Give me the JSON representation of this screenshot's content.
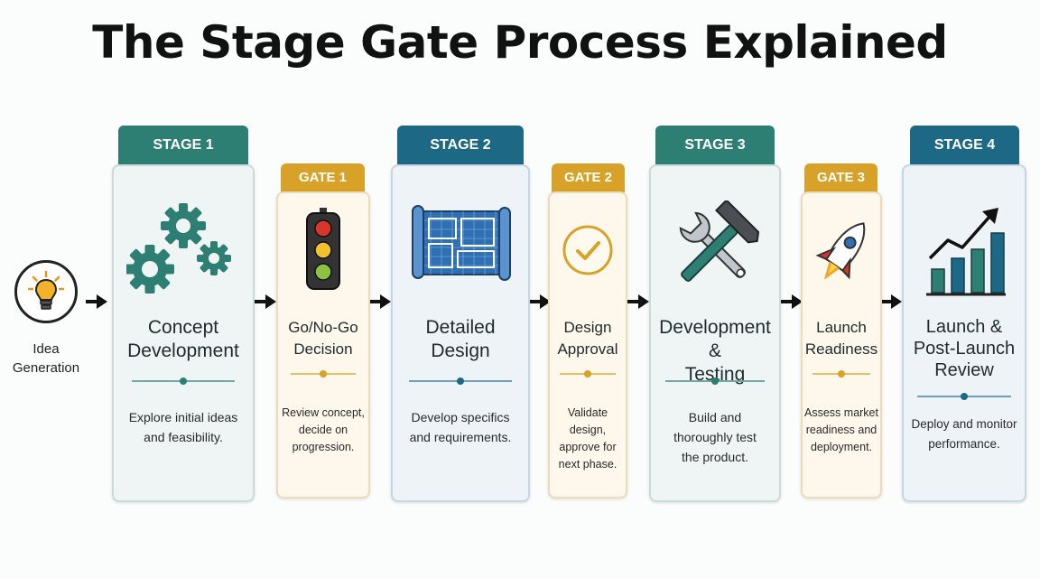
{
  "title": "The Stage Gate Process Explained",
  "start": {
    "label_line1": "Idea",
    "label_line2": "Generation",
    "icon": "lightbulb-icon"
  },
  "steps": [
    {
      "kind": "stage",
      "tab": "STAGE 1",
      "heading_lines": [
        "Concept",
        "Development"
      ],
      "desc_lines": [
        "Explore initial ideas",
        "and feasibility."
      ],
      "icon": "gears-icon",
      "color": "#2e7f73"
    },
    {
      "kind": "gate",
      "tab": "GATE 1",
      "heading_lines": [
        "Go/No-Go",
        "Decision"
      ],
      "desc_lines": [
        "Review concept,",
        "decide on",
        "progression."
      ],
      "icon": "traffic-light-icon",
      "color": "#d8a229"
    },
    {
      "kind": "stage",
      "tab": "STAGE 2",
      "heading_lines": [
        "Detailed",
        "Design"
      ],
      "desc_lines": [
        "Develop specifics",
        "and requirements."
      ],
      "icon": "blueprint-icon",
      "color": "#1d6885"
    },
    {
      "kind": "gate",
      "tab": "GATE 2",
      "heading_lines": [
        "Design",
        "Approval"
      ],
      "desc_lines": [
        "Validate design,",
        "approve for",
        "next phase."
      ],
      "icon": "checkmark-circle-icon",
      "color": "#d8a229"
    },
    {
      "kind": "stage",
      "tab": "STAGE 3",
      "heading_lines": [
        "Development &",
        "Testing"
      ],
      "desc_lines": [
        "Build and",
        "thoroughly test",
        "the product."
      ],
      "icon": "hammer-wrench-icon",
      "color": "#2e7f73"
    },
    {
      "kind": "gate",
      "tab": "GATE 3",
      "heading_lines": [
        "Launch",
        "Readiness"
      ],
      "desc_lines": [
        "Assess market",
        "readiness and",
        "deployment."
      ],
      "icon": "rocket-icon",
      "color": "#d8a229"
    },
    {
      "kind": "stage",
      "tab": "STAGE 4",
      "heading_lines": [
        "Launch &",
        "Post-Launch",
        "Review"
      ],
      "desc_lines": [
        "Deploy and monitor",
        "performance."
      ],
      "icon": "growth-chart-icon",
      "color": "#1d6885"
    }
  ]
}
